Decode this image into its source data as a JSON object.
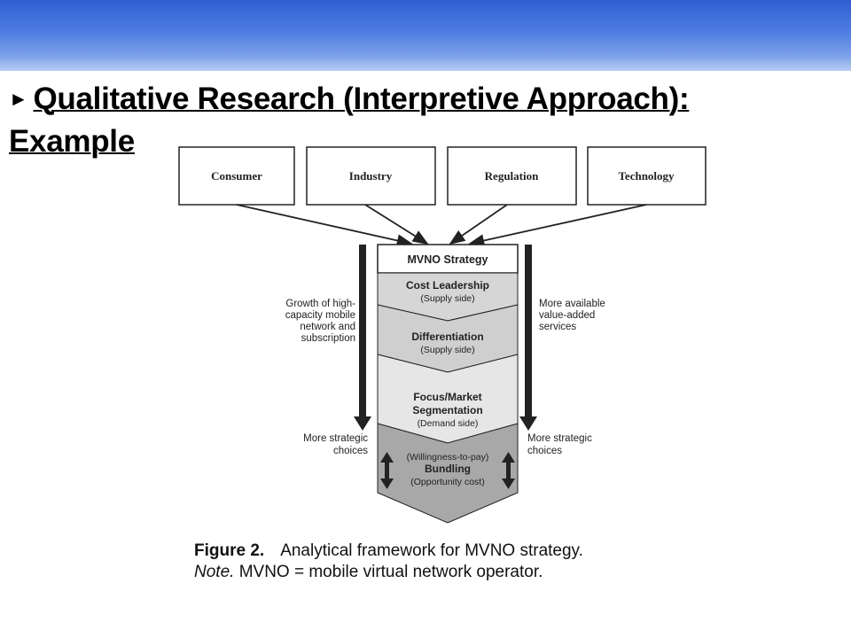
{
  "slide": {
    "bullet": "►",
    "title_line1": "Qualitative Research (Interpretive Approach):",
    "title_line2": "Example"
  },
  "diagram": {
    "factors": [
      "Consumer",
      "Industry",
      "Regulation",
      "Technology"
    ],
    "strategy_header": "MVNO Strategy",
    "stages": [
      {
        "title": "Cost Leadership",
        "subtitle": "(Supply side)"
      },
      {
        "title": "Differentiation",
        "subtitle": "(Supply side)"
      },
      {
        "title_line1": "Focus/Market",
        "title_line2": "Segmentation",
        "subtitle": "(Demand side)"
      },
      {
        "top": "(Willingness-to-pay)",
        "title": "Bundling",
        "subtitle": "(Opportunity cost)"
      }
    ],
    "left_driver": [
      "Growth of high-",
      "capacity mobile",
      "network and",
      "subscription"
    ],
    "right_driver": [
      "More available",
      "value-added",
      "services"
    ],
    "left_outcome": [
      "More strategic",
      "choices"
    ],
    "right_outcome": [
      "More strategic",
      "choices"
    ]
  },
  "caption": {
    "figure_label": "Figure 2.",
    "figure_text": "Analytical framework for MVNO strategy.",
    "note_label": "Note.",
    "note_text": "MVNO = mobile virtual network operator."
  },
  "colors": {
    "banner": "#4d7de0",
    "stage_light": "#d6d6d6",
    "stage_lighter": "#e6e6e6",
    "stage_dark": "#a8a8a8"
  }
}
